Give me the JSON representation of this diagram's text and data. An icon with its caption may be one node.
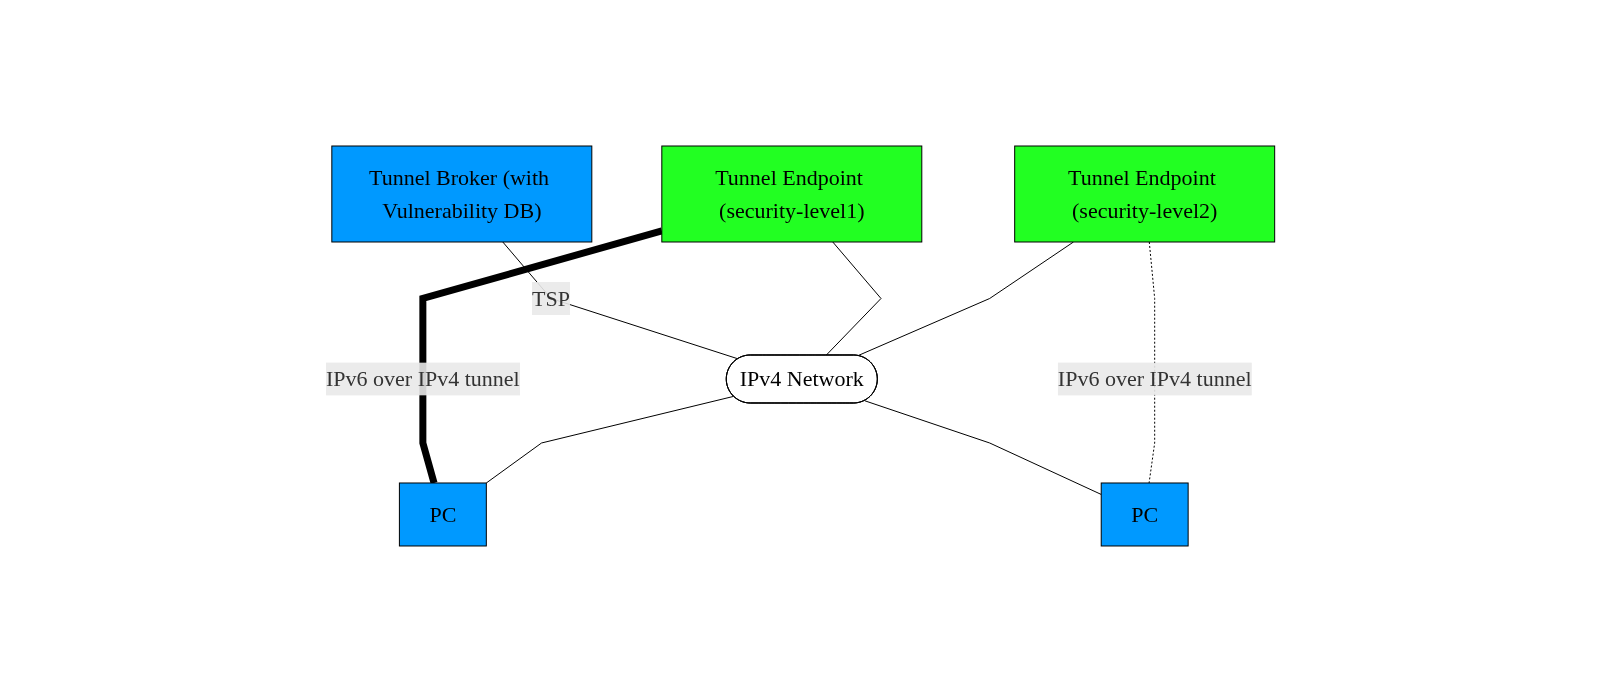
{
  "diagram": {
    "nodes": [
      {
        "text": [
          "Tunnel Broker (with Vulnerability DB)"
        ]
      },
      {
        "text": [
          "Tunnel Endpoint (security-level1)"
        ]
      },
      {
        "text": [
          "Tunnel Endpoint (security-level2)"
        ]
      },
      {
        "text": [
          "IPv4 Network"
        ]
      },
      {
        "text": [
          "PC"
        ]
      },
      {
        "text": [
          "PC"
        ]
      }
    ],
    "edges": [
      {
        "from": 0,
        "to": 3,
        "arrow": "none",
        "label": "TSP"
      },
      {
        "from": 1,
        "to": 3,
        "arrow": "none"
      },
      {
        "from": 2,
        "to": 3,
        "arrow": "none"
      },
      {
        "from": 1,
        "to": 4,
        "arrow": "none",
        "style": "thick",
        "label": "IPv6 over IPv4 tunnel"
      },
      {
        "from": 3,
        "to": 4,
        "arrow": "none"
      },
      {
        "from": 3,
        "to": 5,
        "arrow": "none"
      },
      {
        "from": 2,
        "to": 5,
        "arrow": "none",
        "style": "dashed",
        "label": "IPv6 over IPv4 tunnel"
      }
    ]
  }
}
